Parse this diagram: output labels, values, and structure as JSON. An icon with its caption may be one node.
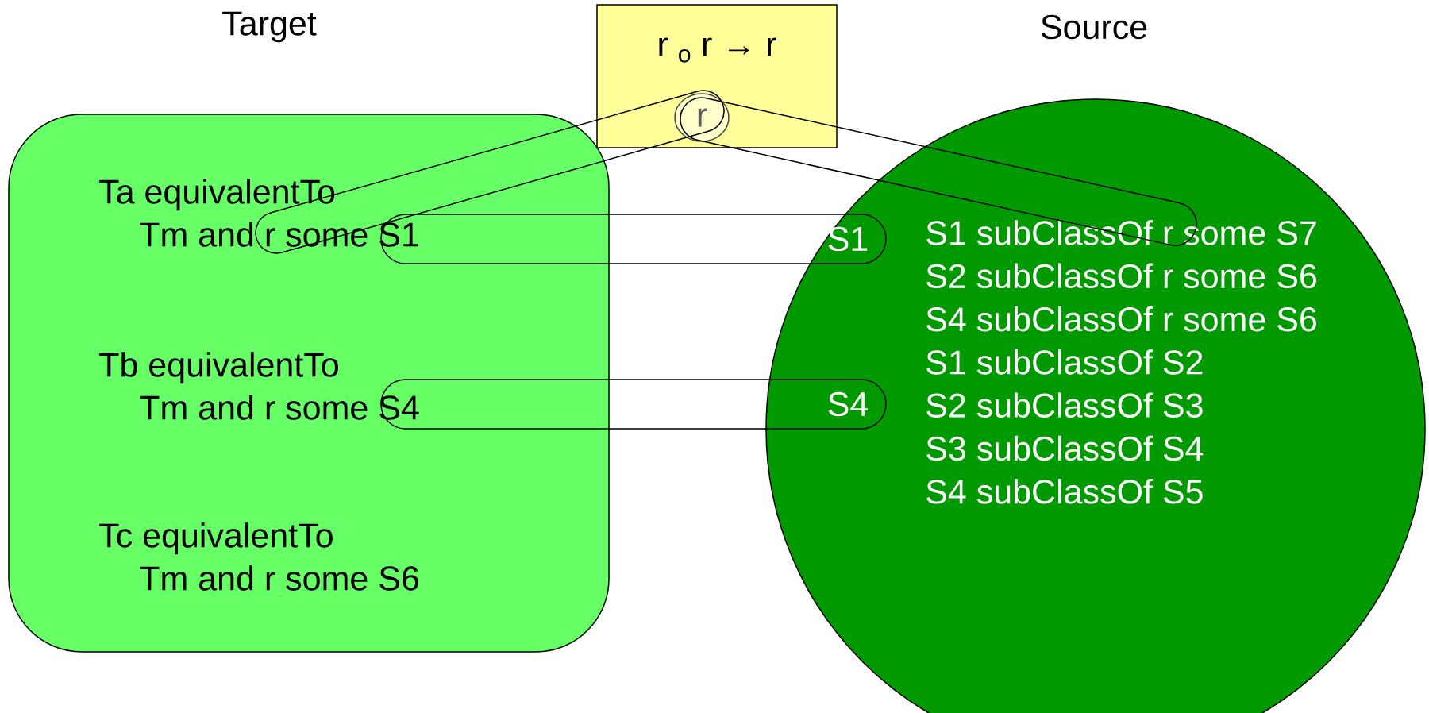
{
  "diagram": {
    "nodes": [
      {
        "text": [
          "Target",
          "Ta equivalentTo Tm and r some S1",
          "Tb equivalentTo Tm and r some S4",
          "Tc equivalentTo Tm and r some S6"
        ]
      },
      {
        "text": [
          "r $_{o}$ r → r"
        ]
      },
      {
        "text": [
          "r"
        ],
        "in": 1
      },
      {
        "text": [
          "Source",
          "S1 subClassOf r some S7",
          "S2 subClassOf r some S6",
          "S4 subClassOf r some S6",
          "S1 subClassOf S2",
          "S2 subClassOf S3",
          "S3 subClassOf S4",
          "S4 subClassOf S5"
        ]
      },
      {
        "text": [
          "S1"
        ],
        "in": 3
      },
      {
        "text": [
          "S4"
        ],
        "in": 3
      }
    ],
    "edges": [
      {
        "from": 0,
        "to": 2,
        "arrow": "none"
      },
      {
        "from": 2,
        "to": 3,
        "arrow": "none"
      },
      {
        "from": 0,
        "to": 4,
        "arrow": "none"
      },
      {
        "from": 0,
        "to": 5,
        "arrow": "none"
      }
    ]
  }
}
